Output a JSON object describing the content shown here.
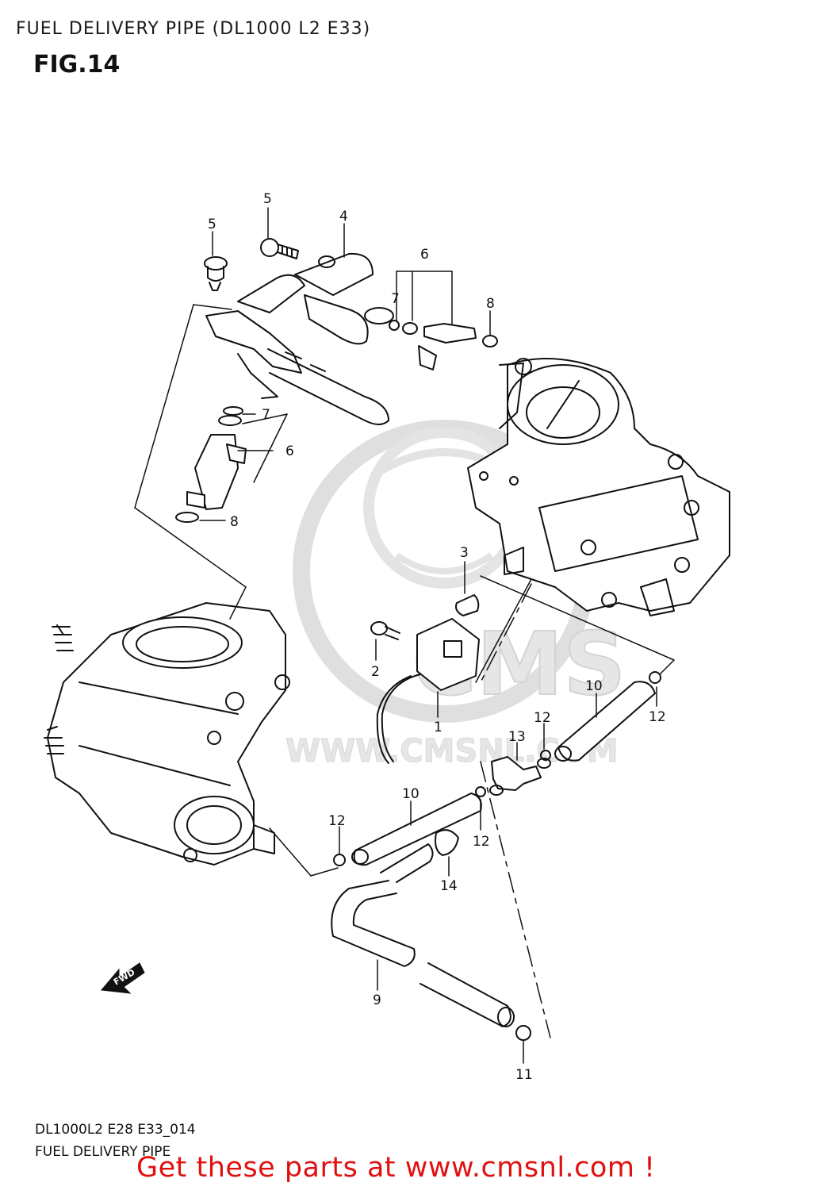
{
  "header": {
    "title": "FUEL DELIVERY PIPE (DL1000 L2 E33)",
    "figure": "FIG.14"
  },
  "watermark": {
    "brand": "CMS",
    "url": "WWW.CMSNL.COM"
  },
  "direction_indicator": "FWD",
  "callouts": [
    {
      "id": "c1",
      "number": "1"
    },
    {
      "id": "c2",
      "number": "2"
    },
    {
      "id": "c3",
      "number": "3"
    },
    {
      "id": "c4",
      "number": "4"
    },
    {
      "id": "c5a",
      "number": "5"
    },
    {
      "id": "c5b",
      "number": "5"
    },
    {
      "id": "c6a",
      "number": "6"
    },
    {
      "id": "c6b",
      "number": "6"
    },
    {
      "id": "c7a",
      "number": "7"
    },
    {
      "id": "c7b",
      "number": "7"
    },
    {
      "id": "c8a",
      "number": "8"
    },
    {
      "id": "c8b",
      "number": "8"
    },
    {
      "id": "c9",
      "number": "9"
    },
    {
      "id": "c10a",
      "number": "10"
    },
    {
      "id": "c10b",
      "number": "10"
    },
    {
      "id": "c11",
      "number": "11"
    },
    {
      "id": "c12a",
      "number": "12"
    },
    {
      "id": "c12b",
      "number": "12"
    },
    {
      "id": "c12c",
      "number": "12"
    },
    {
      "id": "c12d",
      "number": "12"
    },
    {
      "id": "c13",
      "number": "13"
    },
    {
      "id": "c14",
      "number": "14"
    }
  ],
  "footer": {
    "diagram_code": "DL1000L2 E28 E33_014",
    "diagram_name": "FUEL DELIVERY PIPE",
    "promo": "Get these parts at www.cmsnl.com !"
  },
  "colors": {
    "line": "#111111",
    "watermark": "#d9d9d9",
    "promo": "#e11010"
  }
}
